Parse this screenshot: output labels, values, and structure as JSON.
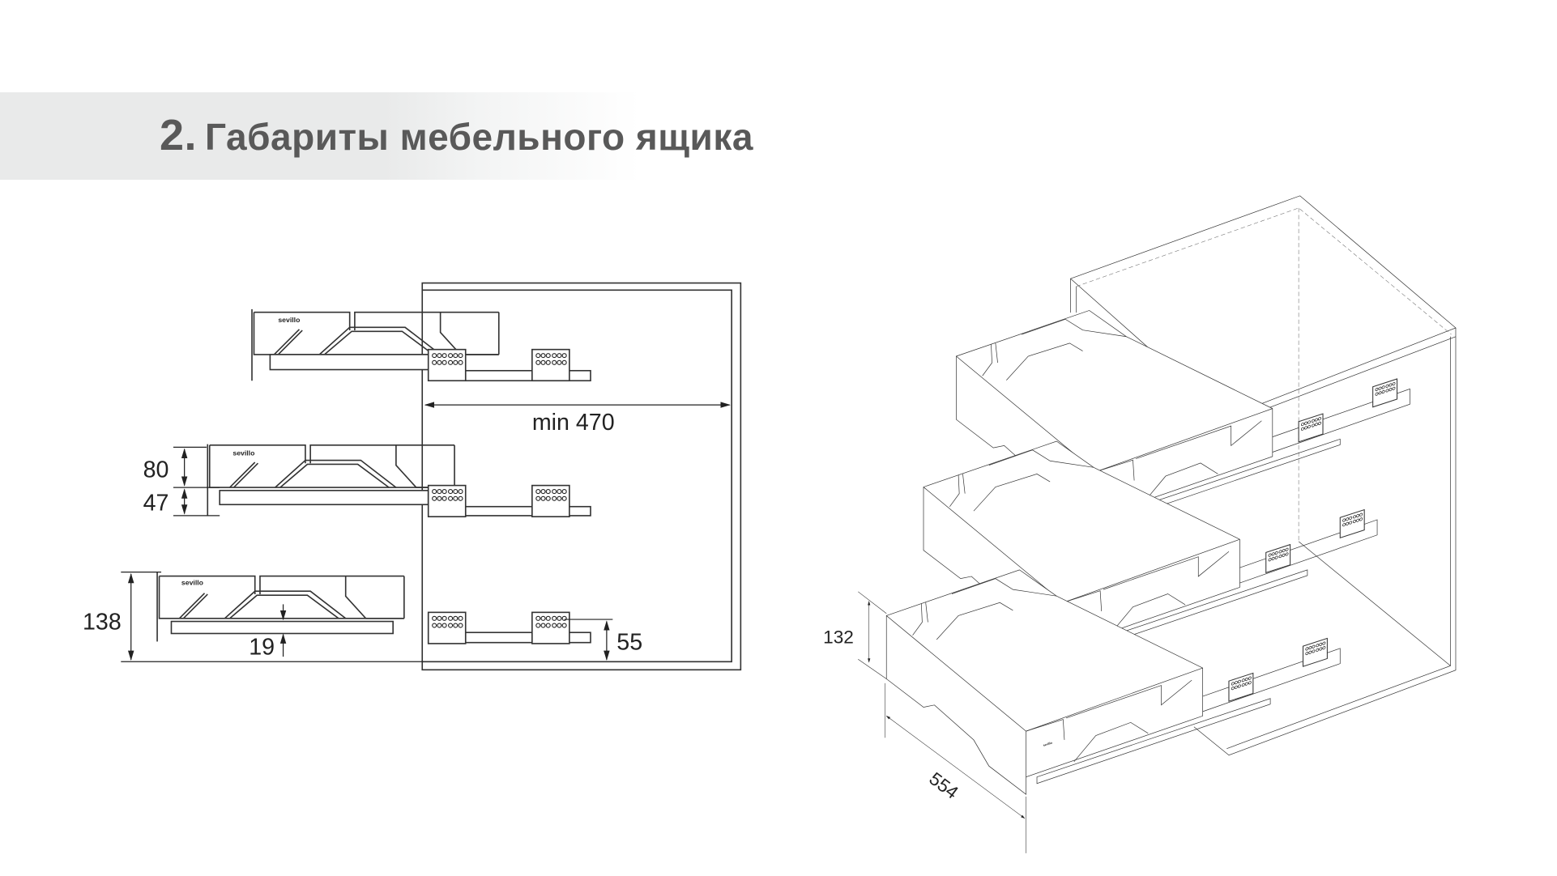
{
  "header": {
    "number": "2.",
    "title": "Габариты мебельного ящика"
  },
  "side_view": {
    "dimensions": {
      "cabinet_depth": "min 470",
      "side_height": "80",
      "rail_height": "47",
      "total_height": "138",
      "bottom_offset": "19",
      "runner_height": "55"
    },
    "brand_logo": "sevillo"
  },
  "iso_view": {
    "dimensions": {
      "height": "132",
      "depth": "554"
    }
  }
}
